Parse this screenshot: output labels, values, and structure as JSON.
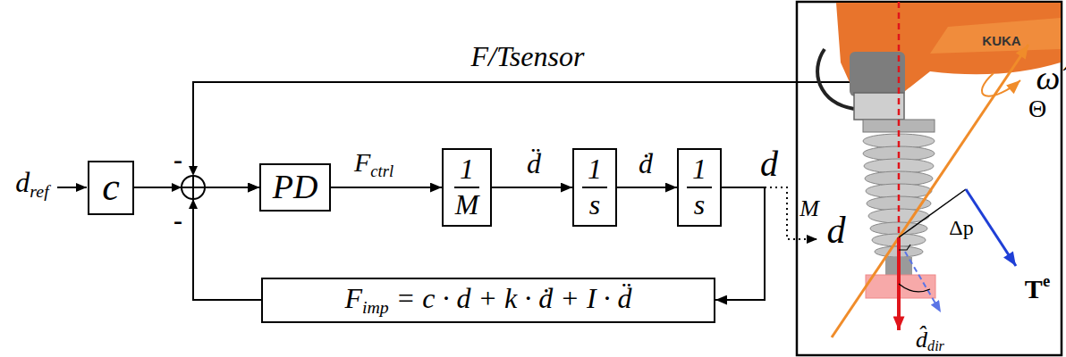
{
  "diagram": {
    "nodes": [
      {
        "text": [
          "c"
        ]
      },
      {
        "text": [
          "PD"
        ]
      },
      {
        "text": [
          "1",
          "M"
        ]
      },
      {
        "text": [
          "1",
          "s"
        ]
      },
      {
        "text": [
          "1",
          "s"
        ]
      },
      {
        "text": [
          "Fimp = c · d + k · ḋ + I · d̈"
        ]
      }
    ],
    "edges": [
      {
        "from": 0,
        "to": 1,
        "arrow": "to"
      },
      {
        "from": 1,
        "to": 2,
        "label": "Fctrl",
        "arrow": "to"
      },
      {
        "from": 2,
        "to": 3,
        "label": "d̈",
        "arrow": "to"
      },
      {
        "from": 3,
        "to": 4,
        "label": "ḋ",
        "arrow": "to"
      },
      {
        "from": 4,
        "to": 5,
        "arrow": "to"
      },
      {
        "from": 5,
        "to": 1,
        "arrow": "to"
      }
    ],
    "labels": [
      "dref",
      "-",
      "-",
      "F/Tsensor",
      "d",
      "M",
      "d",
      "Δp",
      "Te",
      "ω̂",
      "Θ",
      "d̂dir",
      "KUKA"
    ]
  }
}
